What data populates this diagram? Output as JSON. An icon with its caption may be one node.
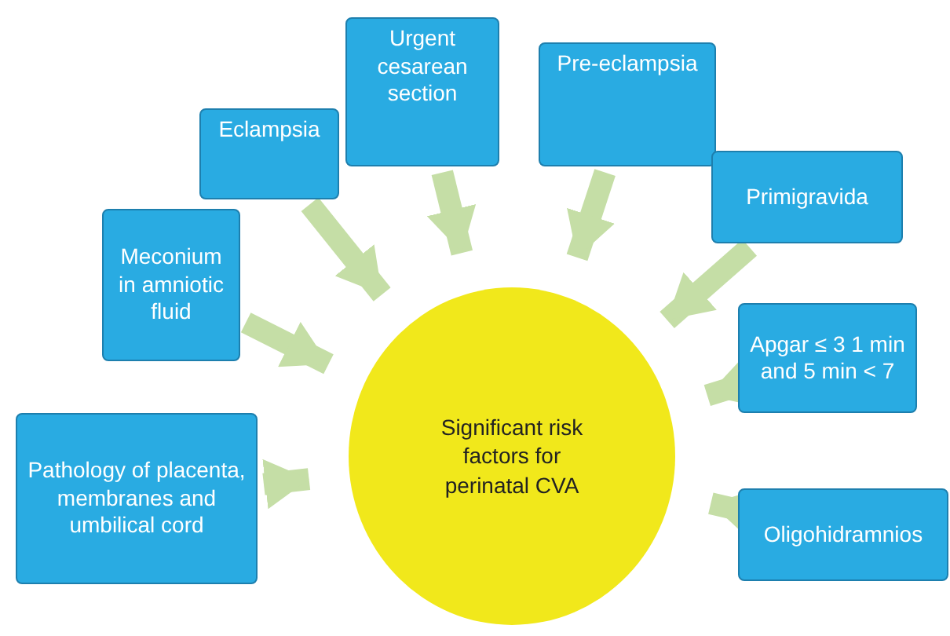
{
  "diagram": {
    "nodes": [
      {
        "text": [
          "Pathology of placenta, membranes and umbilical cord"
        ]
      },
      {
        "text": [
          "Meconium in amniotic fluid"
        ]
      },
      {
        "text": [
          "Eclampsia"
        ]
      },
      {
        "text": [
          "Urgent cesarean section"
        ]
      },
      {
        "text": [
          "Pre-eclampsia"
        ]
      },
      {
        "text": [
          "Primigravida"
        ]
      },
      {
        "text": [
          "Apgar ≤ 3 1 min and 5 min < 7"
        ]
      },
      {
        "text": [
          "Oligohidramnios"
        ]
      },
      {
        "text": [
          "Significant risk factors for perinatal CVA"
        ]
      }
    ],
    "edges": [
      {
        "from": 0,
        "to": 8,
        "arrow": "to"
      },
      {
        "from": 1,
        "to": 8,
        "arrow": "to"
      },
      {
        "from": 2,
        "to": 8,
        "arrow": "to"
      },
      {
        "from": 3,
        "to": 8,
        "arrow": "to"
      },
      {
        "from": 4,
        "to": 8,
        "arrow": "to"
      },
      {
        "from": 5,
        "to": 8,
        "arrow": "to"
      },
      {
        "from": 6,
        "to": 8,
        "arrow": "to"
      },
      {
        "from": 7,
        "to": 8,
        "arrow": "to"
      }
    ]
  }
}
